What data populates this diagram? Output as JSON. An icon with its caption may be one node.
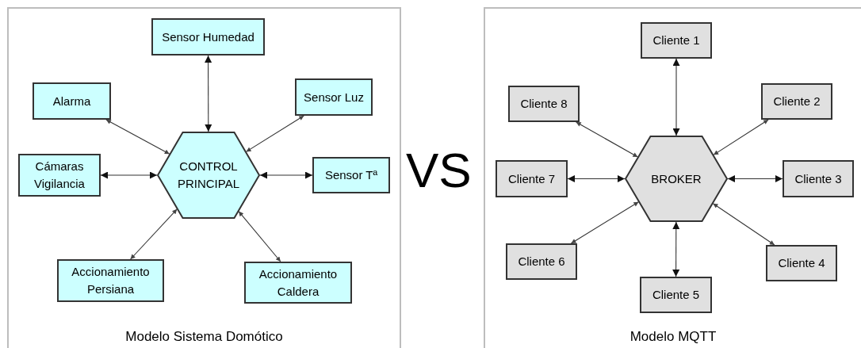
{
  "diagram": {
    "nodes": [
      {
        "text": [
          "Modelo Sistema Domótico"
        ]
      },
      {
        "text": [
          "Sensor Humedad"
        ],
        "in": 0
      },
      {
        "text": [
          "Alarma"
        ],
        "in": 0
      },
      {
        "text": [
          "Sensor Luz"
        ],
        "in": 0
      },
      {
        "text": [
          "Cámaras Vigilancia"
        ],
        "in": 0
      },
      {
        "text": [
          "CONTROL PRINCIPAL"
        ],
        "in": 0
      },
      {
        "text": [
          "Sensor Tª"
        ],
        "in": 0
      },
      {
        "text": [
          "Accionamiento Persiana"
        ],
        "in": 0
      },
      {
        "text": [
          "Accionamiento Caldera"
        ],
        "in": 0
      },
      {
        "text": [
          "Modelo MQTT"
        ]
      },
      {
        "text": [
          "Cliente 1"
        ],
        "in": 9
      },
      {
        "text": [
          "Cliente 8"
        ],
        "in": 9
      },
      {
        "text": [
          "Cliente 2"
        ],
        "in": 9
      },
      {
        "text": [
          "Cliente 7"
        ],
        "in": 9
      },
      {
        "text": [
          "BROKER"
        ],
        "in": 9
      },
      {
        "text": [
          "Cliente 3"
        ],
        "in": 9
      },
      {
        "text": [
          "Cliente 6"
        ],
        "in": 9
      },
      {
        "text": [
          "Cliente 4"
        ],
        "in": 9
      },
      {
        "text": [
          "Cliente 5"
        ],
        "in": 9
      }
    ],
    "edges": [
      {
        "from": 5,
        "to": 1,
        "arrow": "both"
      },
      {
        "from": 5,
        "to": 2,
        "arrow": "both"
      },
      {
        "from": 5,
        "to": 3,
        "arrow": "both"
      },
      {
        "from": 5,
        "to": 4,
        "arrow": "both"
      },
      {
        "from": 5,
        "to": 6,
        "arrow": "both"
      },
      {
        "from": 5,
        "to": 7,
        "arrow": "both"
      },
      {
        "from": 5,
        "to": 8,
        "arrow": "both"
      },
      {
        "from": 14,
        "to": 10,
        "arrow": "both"
      },
      {
        "from": 14,
        "to": 11,
        "arrow": "both"
      },
      {
        "from": 14,
        "to": 12,
        "arrow": "both"
      },
      {
        "from": 14,
        "to": 13,
        "arrow": "both"
      },
      {
        "from": 14,
        "to": 15,
        "arrow": "both"
      },
      {
        "from": 14,
        "to": 16,
        "arrow": "both"
      },
      {
        "from": 14,
        "to": 17,
        "arrow": "both"
      },
      {
        "from": 14,
        "to": 18,
        "arrow": "both"
      }
    ],
    "labels": [
      "VS"
    ]
  }
}
